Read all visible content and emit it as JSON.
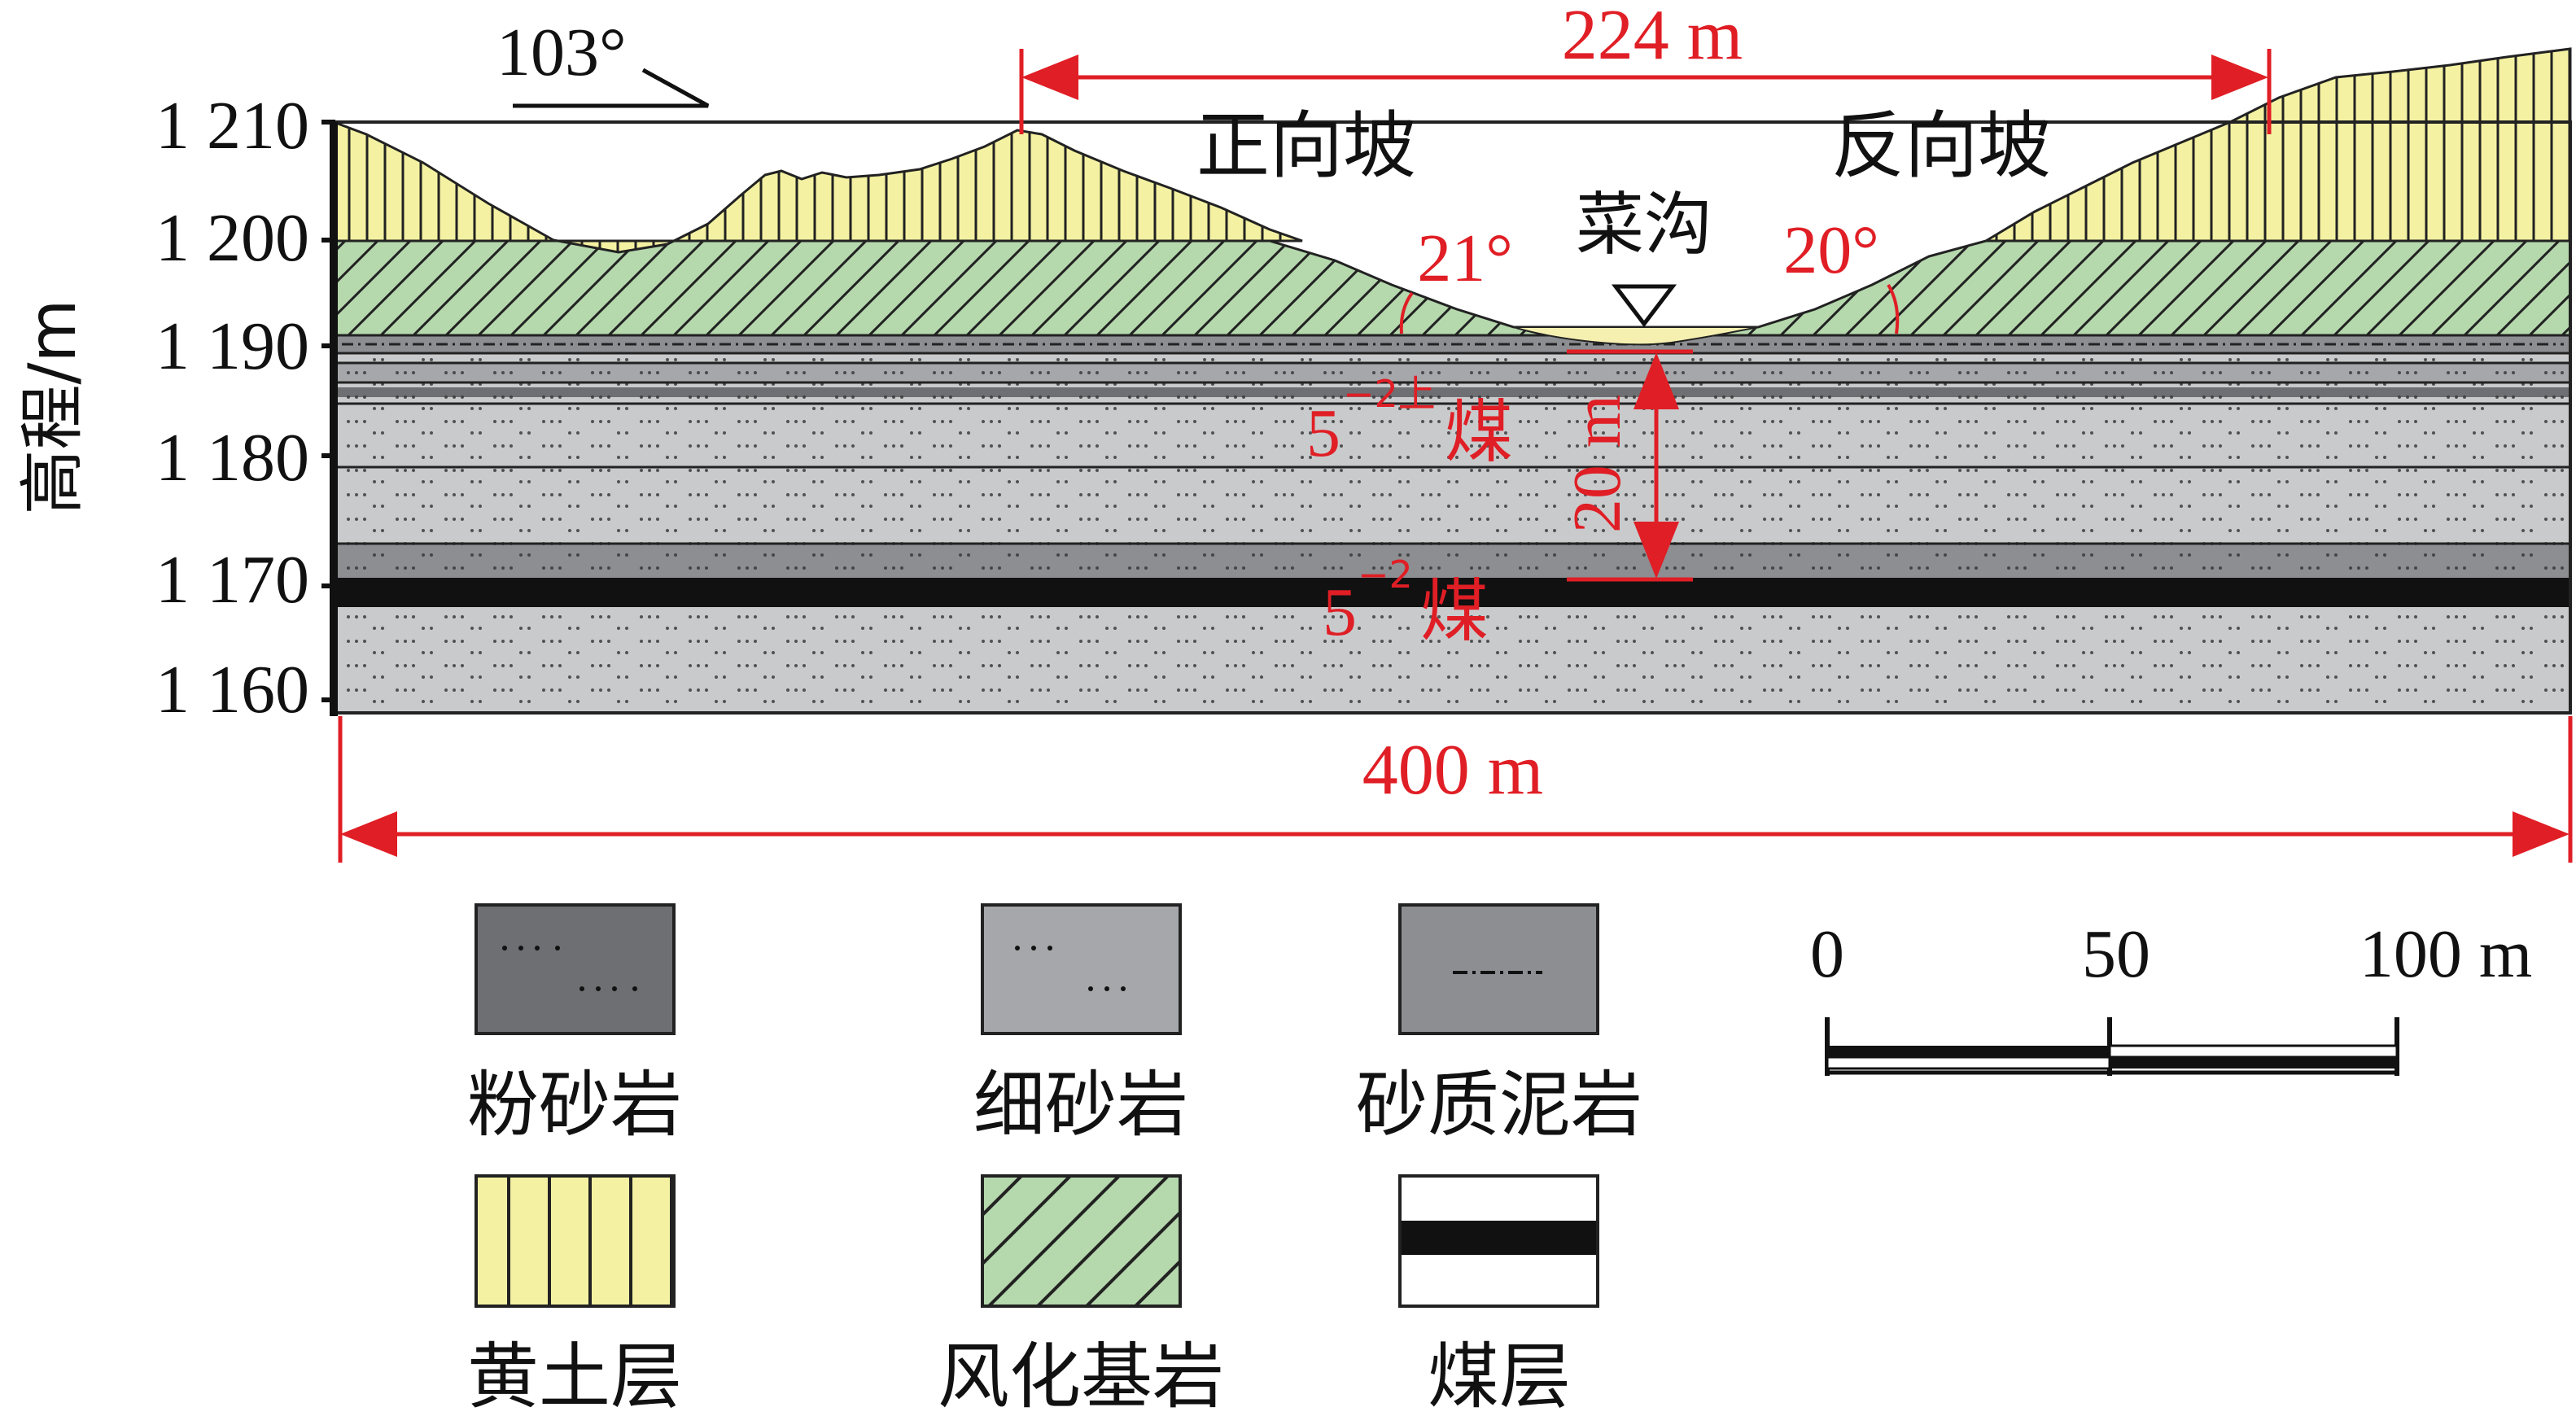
{
  "orientation_label": "103°",
  "axis": {
    "ylabel": "高程/m",
    "ticks": [
      "1 210",
      "1 200",
      "1 190",
      "1 180",
      "1 170",
      "1 160"
    ]
  },
  "dimensions": {
    "top_span": "224 m",
    "bottom_span": "400 m",
    "vertical_gap": "20 m"
  },
  "slopes": {
    "forward": "正向坡",
    "reverse": "反向坡",
    "forward_angle": "21°",
    "reverse_angle": "20°"
  },
  "valley_label": "菜沟",
  "coal_seams": {
    "upper_base": "5",
    "upper_sup": "−2上",
    "lower_base": "5",
    "lower_sup": "−2",
    "suffix": "煤"
  },
  "legend": [
    {
      "key": "siltstone",
      "label": "粉砂岩",
      "color": "#6e6f73"
    },
    {
      "key": "fine-sandstone",
      "label": "细砂岩",
      "color": "#a6a7ab"
    },
    {
      "key": "sandy-mudstone",
      "label": "砂质泥岩",
      "color": "#8d8e92"
    },
    {
      "key": "loess",
      "label": "黄土层",
      "color": "#f4f2a2"
    },
    {
      "key": "weathered-bedrock",
      "label": "风化基岩",
      "color": "#b5d8ad"
    },
    {
      "key": "coal-seam",
      "label": "煤层",
      "color": "#111111"
    }
  ],
  "scale_bar": {
    "labels": [
      "0",
      "50",
      "100 m"
    ]
  },
  "colors": {
    "annotation": "#e01e25",
    "loess": "#f4f2a2",
    "weathered": "#b5d8ad",
    "rock": "#c9cacc",
    "coal": "#111111"
  }
}
